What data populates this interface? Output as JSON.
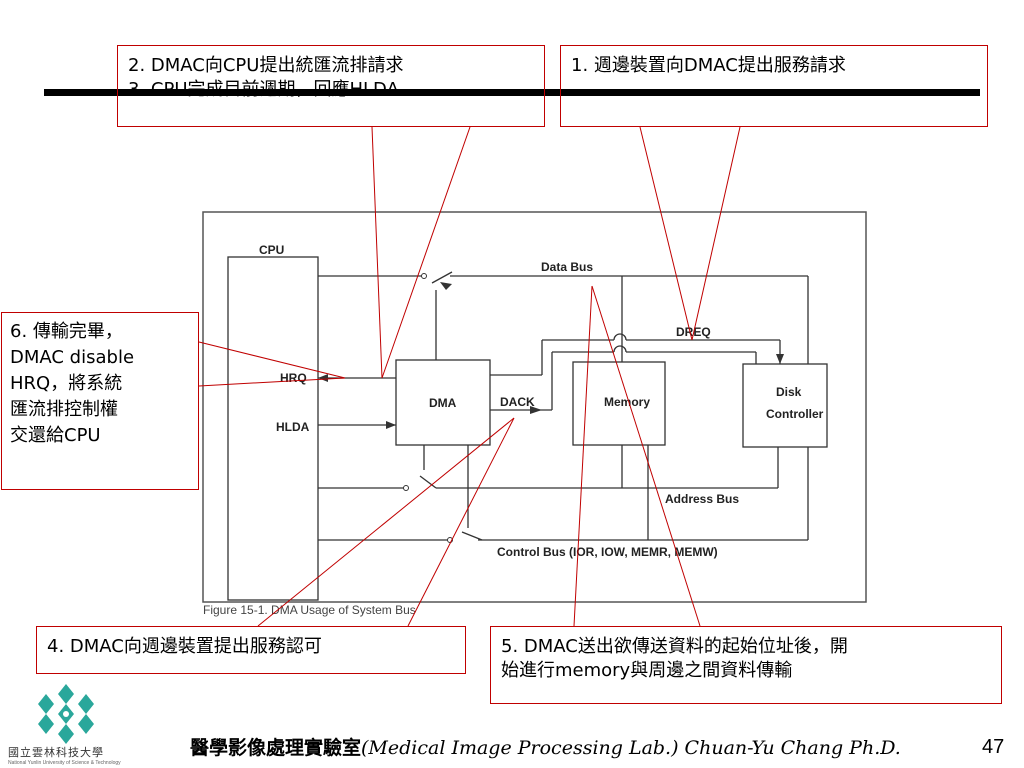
{
  "callouts": {
    "c1": "1. 週邊裝置向DMAC提出服務請求",
    "c2_line1": "2. DMAC向CPU提出統匯流排請求",
    "c2_line2": "3. CPU完成目前週期，回應HLDA",
    "c4": "4. DMAC向週邊裝置提出服務認可",
    "c5_line1": "5. DMAC送出欲傳送資料的起始位址後，開",
    "c5_line2": "始進行memory與周邊之間資料傳輸",
    "c6_line1": "6. 傳輸完畢，",
    "c6_line2": "DMAC disable",
    "c6_line3": "HRQ，將系統",
    "c6_line4": "匯流排控制權",
    "c6_line5": "交還給CPU"
  },
  "figure": {
    "cpu": "CPU",
    "dma": "DMA",
    "memory": "Memory",
    "disk_line1": "Disk",
    "disk_line2": "Controller",
    "hrq": "HRQ",
    "hlda": "HLDA",
    "dack": "DACK",
    "dreq": "DREQ",
    "data_bus": "Data Bus",
    "address_bus": "Address Bus",
    "control_bus": "Control Bus (IOR, IOW, MEMR, MEMW)",
    "caption": "Figure 15-1. DMA Usage of System Bus"
  },
  "footer": {
    "zh": "醫學影像處理實驗室",
    "en": "(Medical Image Processing Lab.) Chuan-Yu Chang Ph.D.",
    "page": "47"
  },
  "logo": {
    "name": "國立雲林科技大學",
    "sub": "National Yunlin University of Science & Technology"
  },
  "colors": {
    "callout_border": "#c00000",
    "leader_line": "#c00000",
    "logo": "#2aa79b"
  }
}
